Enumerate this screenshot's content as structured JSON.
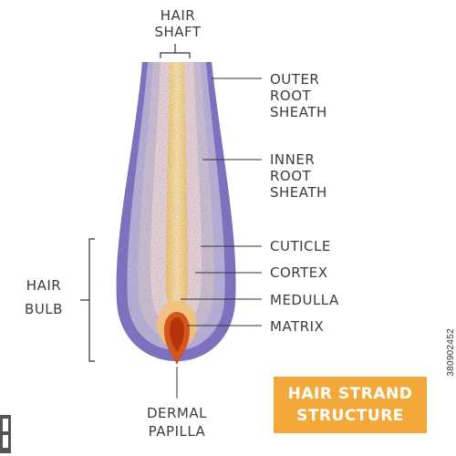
{
  "labels": {
    "hair_shaft": [
      "HAIR",
      "SHAFT"
    ],
    "outer_root_sheath": [
      "OUTER",
      "ROOT",
      "SHEATH"
    ],
    "inner_root_sheath": [
      "INNER",
      "ROOT",
      "SHEATH"
    ],
    "cuticle": "CUTICLE",
    "cortex": "CORTEX",
    "medulla": "MEDULLA",
    "matrix": "MATRIX",
    "hair_bulb": [
      "HAIR",
      "BULB"
    ],
    "dermal_papilla": [
      "DERMAL",
      "PAPILLA"
    ]
  },
  "title": [
    "HAIR STRAND",
    "STRUCTURE"
  ],
  "stock_id": "380902452",
  "colors": {
    "outer_sheath": "#6b5fb5",
    "inner_sheath": "#b9b1d6",
    "cortex": "#c8bcc8",
    "cuticle": "#e7d3d2",
    "medulla": "#f6d58a",
    "papilla": "#c9400f",
    "title_bg": "#f3a93a",
    "leader": "#333333"
  }
}
